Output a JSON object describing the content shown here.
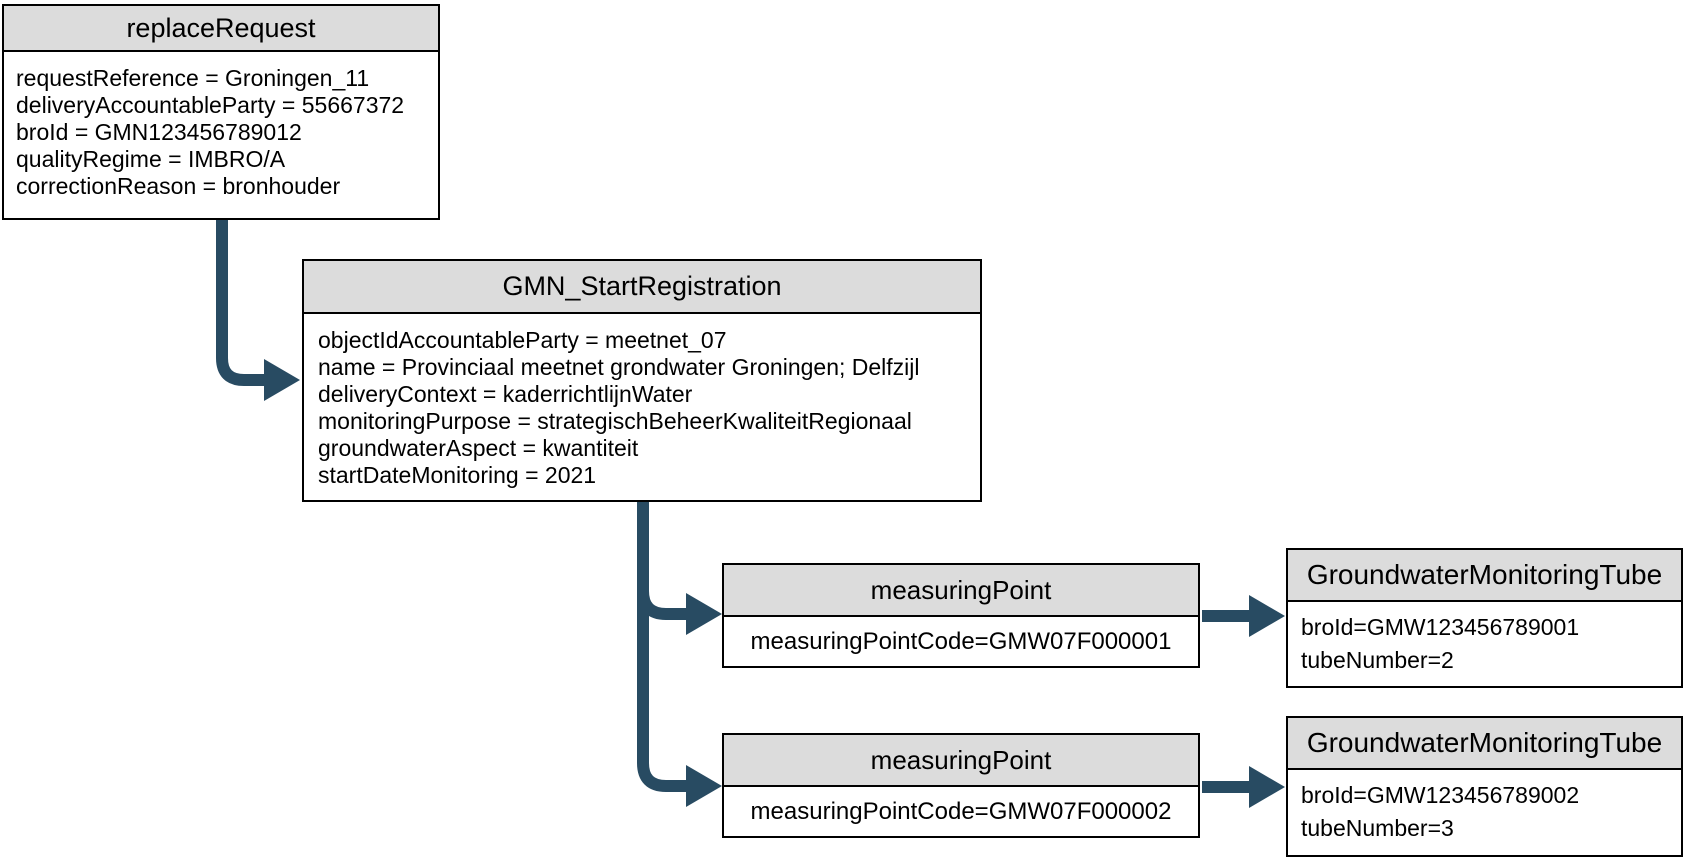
{
  "colors": {
    "arrow": "#284b62",
    "header_fill": "#dcdcdc",
    "border": "#000000",
    "text": "#000000",
    "background": "#ffffff"
  },
  "nodes": {
    "replace_request": {
      "title": "replaceRequest",
      "attributes": [
        "requestReference = Groningen_11",
        "deliveryAccountableParty = 55667372",
        "broId = GMN123456789012",
        "qualityRegime = IMBRO/A",
        "correctionReason = bronhouder"
      ]
    },
    "gmn_start_registration": {
      "title": "GMN_StartRegistration",
      "attributes": [
        "objectIdAccountableParty = meetnet_07",
        "name = Provinciaal meetnet grondwater Groningen; Delfzijl",
        "deliveryContext = kaderrichtlijnWater",
        "monitoringPurpose = strategischBeheerKwaliteitRegionaal",
        "groundwaterAspect = kwantiteit",
        "startDateMonitoring = 2021"
      ]
    },
    "measuring_point_1": {
      "title": "measuringPoint",
      "attributes": [
        "measuringPointCode=GMW07F000001"
      ]
    },
    "groundwater_monitoring_tube_1": {
      "title": "GroundwaterMonitoringTube",
      "attributes": [
        "broId=GMW123456789001",
        "tubeNumber=2"
      ]
    },
    "measuring_point_2": {
      "title": "measuringPoint",
      "attributes": [
        "measuringPointCode=GMW07F000002"
      ]
    },
    "groundwater_monitoring_tube_2": {
      "title": "GroundwaterMonitoringTube",
      "attributes": [
        "broId=GMW123456789002",
        "tubeNumber=3"
      ]
    }
  },
  "edges": [
    {
      "from": "replaceRequest",
      "to": "GMN_StartRegistration"
    },
    {
      "from": "GMN_StartRegistration",
      "to": "measuringPoint (GMW07F000001)"
    },
    {
      "from": "GMN_StartRegistration",
      "to": "measuringPoint (GMW07F000002)"
    },
    {
      "from": "measuringPoint (GMW07F000001)",
      "to": "GroundwaterMonitoringTube (GMW123456789001)"
    },
    {
      "from": "measuringPoint (GMW07F000002)",
      "to": "GroundwaterMonitoringTube (GMW123456789002)"
    }
  ]
}
